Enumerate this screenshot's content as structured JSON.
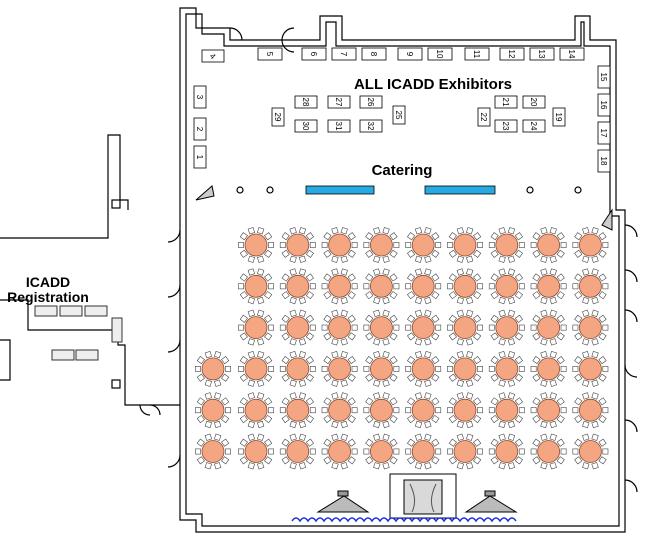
{
  "labels": {
    "exhibitors": "ALL ICADD Exhibitors",
    "catering": "Catering",
    "registration_line1": "ICADD",
    "registration_line2": "Registration"
  },
  "booths": {
    "top_row": [
      "5",
      "6",
      "7",
      "8",
      "9",
      "10",
      "11",
      "12",
      "13",
      "14"
    ],
    "left_column": [
      "4",
      "3",
      "2",
      "1"
    ],
    "right_column": [
      "15",
      "16",
      "17",
      "18"
    ],
    "center_left": [
      "28",
      "27",
      "26",
      "29",
      "30",
      "31",
      "32",
      "25"
    ],
    "center_right": [
      "21",
      "20",
      "22",
      "23",
      "24",
      "19"
    ]
  },
  "colors": {
    "table": "#f4a582",
    "table_stroke": "#8a4b2f",
    "catering_table": "#29a9e1",
    "drape": "#1a2fd6",
    "stage": "#d9d9d9"
  },
  "seating": {
    "rows": 6,
    "full_row_tables": 9,
    "extra_left_tables_rows": [
      3,
      4,
      5
    ]
  }
}
